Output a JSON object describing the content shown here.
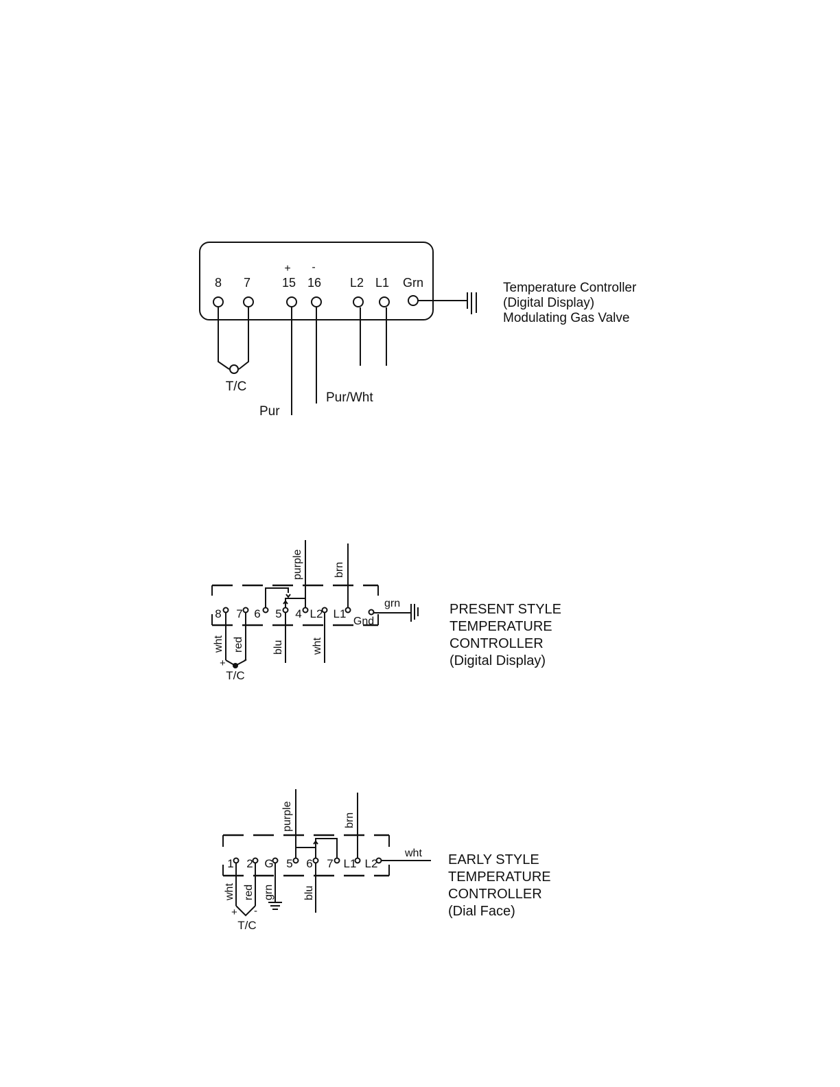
{
  "diagram1": {
    "terminals": [
      "8",
      "7",
      "15",
      "16",
      "L2",
      "L1",
      "Grn"
    ],
    "polarity_plus": "+",
    "polarity_minus": "-",
    "tc_label": "T/C",
    "wire_pur": "Pur",
    "wire_pur_wht": "Pur/Wht",
    "caption": [
      "Temperature Controller",
      "(Digital Display)",
      "Modulating Gas Valve"
    ]
  },
  "diagram2": {
    "terminals": [
      "8",
      "7",
      "6",
      "5",
      "4",
      "L2",
      "L1"
    ],
    "gnd_label": "Gnd",
    "wires": {
      "purple": "purple",
      "brn": "brn",
      "grn": "grn",
      "wht_tc": "wht",
      "red": "red",
      "blu": "blu",
      "wht": "wht"
    },
    "plus": "+",
    "minus": "-",
    "tc_label": "T/C",
    "caption": [
      "PRESENT STYLE",
      "TEMPERATURE",
      "CONTROLLER",
      "(Digital Display)"
    ]
  },
  "diagram3": {
    "terminals": [
      "1",
      "2",
      "G",
      "5",
      "6",
      "7",
      "L1",
      "L2"
    ],
    "wires": {
      "purple": "purple",
      "brn": "brn",
      "wht_out": "wht",
      "wht_tc": "wht",
      "red": "red",
      "grn": "grn",
      "blu": "blu"
    },
    "plus": "+",
    "minus": "-",
    "tc_label": "T/C",
    "caption": [
      "EARLY STYLE",
      "TEMPERATURE",
      "CONTROLLER",
      "(Dial Face)"
    ]
  }
}
